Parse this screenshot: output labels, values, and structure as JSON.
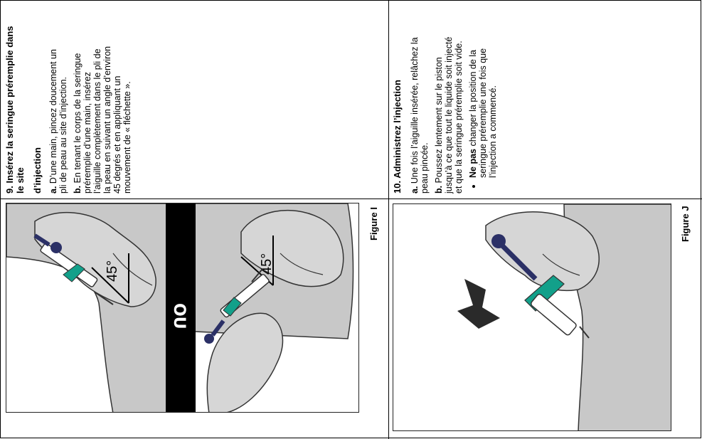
{
  "step9": {
    "title_line1": "9. Insérez la seringue préremplie dans",
    "title_line2": "le site",
    "subtitle": "d’injection",
    "a_label": "a.",
    "a_text": " D’une main, pincez doucement un pli de peau au site d’injection.",
    "b_label": "b.",
    "b_text": " En tenant le corps de la seringue préremplie d’une main, insérez l’aiguille complètement dans le pli de la peau en suivant un angle d’environ 45 degrés et en appliquant un mouvement de « fléchette ».",
    "figure_label": "Figure I",
    "angle_left": "45°",
    "angle_right": "45°",
    "or_label": "OU"
  },
  "step10": {
    "title": "10. Administrez l’injection",
    "a_label": "a.",
    "a_text": " Une fois l’aiguille insérée, relâchez la peau pincée.",
    "b_label": "b.",
    "b_text": " Poussez lentement sur le piston jusqu’à ce que tout le liquide soit injecté et que la seringue préremplie soit vide.",
    "bullet_bold": "Ne pas",
    "bullet_text": " changer la position de la seringue préremplie une fois que l’injection a commencé.",
    "figure_label": "Figure J"
  },
  "colors": {
    "skin": "#c8c8c8",
    "teal": "#12a08a",
    "navy": "#2b3066",
    "outline": "#333333"
  }
}
